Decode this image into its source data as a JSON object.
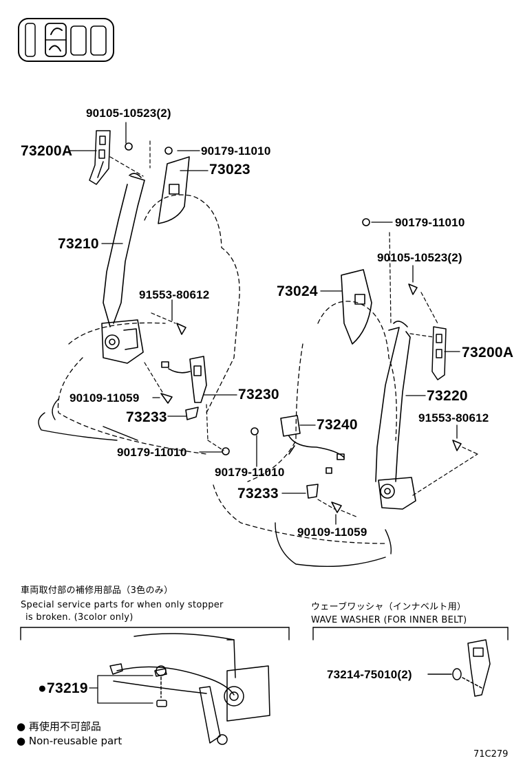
{
  "labels": {
    "p_73200a_left": "73200A",
    "p_90105_left": "90105-10523(2)",
    "p_90179_top_left": "90179-11010",
    "p_73023": "73023",
    "p_73210": "73210",
    "p_91553_left": "91553-80612",
    "p_90109_left": "90109-11059",
    "p_73230": "73230",
    "p_73233_left": "73233",
    "p_90179_bottom_left": "90179-11010",
    "p_90179_top_right": "90179-11010",
    "p_90105_right": "90105-10523(2)",
    "p_73024": "73024",
    "p_73200a_right": "73200A",
    "p_73220": "73220",
    "p_91553_right": "91553-80612",
    "p_73240": "73240",
    "p_90179_mid": "90179-11010",
    "p_73233_right": "73233",
    "p_90109_right": "90109-11059"
  },
  "notes": {
    "special_jp": "車両取付部の補修用部品（3色のみ）",
    "special_en_1": "Special service parts for when only stopper",
    "special_en_2": "is broken. (3color only)",
    "washer_jp": "ウェーブワッシャ（インナベルト用）",
    "washer_en": "WAVE WASHER (FOR INNER BELT)",
    "p_73219": "●73219",
    "p_73214": "73214-75010(2)"
  },
  "legend": {
    "jp": "● 再使用不可部品",
    "en": "● Non-reusable part"
  },
  "figure_code": "71C279"
}
